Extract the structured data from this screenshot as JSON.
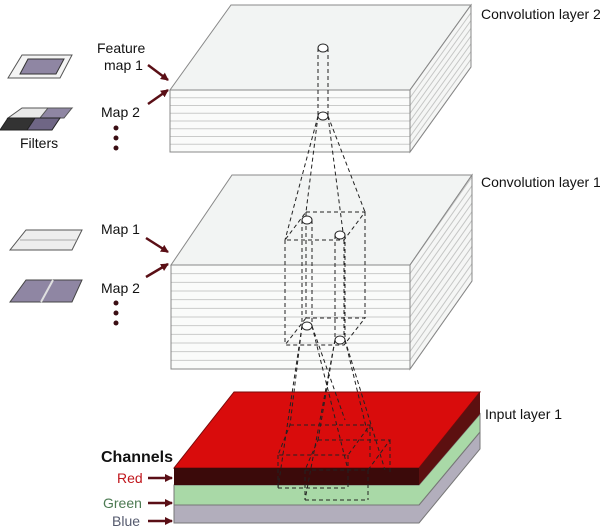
{
  "labels": {
    "conv2": "Convolution layer 2",
    "conv1": "Convolution layer 1",
    "input": "Input layer 1",
    "feature_map_line1": "Feature",
    "feature_map_line2": "map 1",
    "map2_top": "Map 2",
    "filters": "Filters",
    "map1": "Map 1",
    "map2_mid": "Map 2",
    "channels": "Channels",
    "red": "Red",
    "green": "Green",
    "blue": "Blue"
  },
  "colors": {
    "red_channel": "#d90c0c",
    "red_channel_dark": "#3b0a0a",
    "green_channel": "#a9d9a7",
    "blue_channel": "#b2aebc",
    "filter_purple": "#8f86a3",
    "arrow": "#5a0f16",
    "layer_fill": "#f2f4f3"
  }
}
